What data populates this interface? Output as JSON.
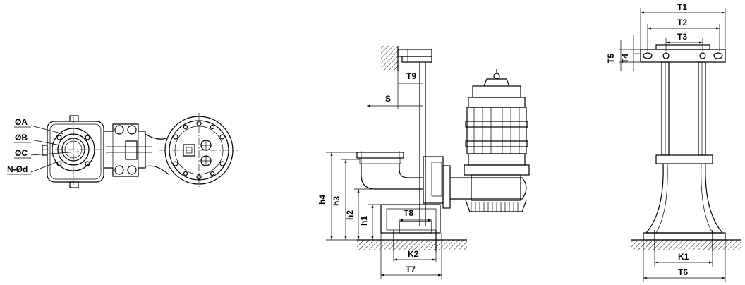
{
  "labels": {
    "dia_a": "ØA",
    "dia_b": "ØB",
    "dia_c": "ØC",
    "bolts": "N-Ød",
    "s": "S",
    "t9": "T9",
    "t8": "T8",
    "k2": "K2",
    "t7": "T7",
    "h1": "h1",
    "h2": "h2",
    "h3": "h3",
    "h4": "h4",
    "t1": "T1",
    "t2": "T2",
    "t3": "T3",
    "t4": "T4",
    "t5": "T5",
    "k1": "K1",
    "t6": "T6"
  }
}
